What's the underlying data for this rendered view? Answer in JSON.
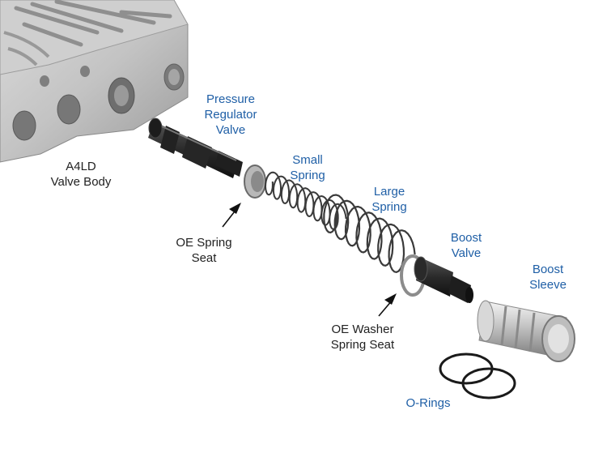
{
  "labels": {
    "pressure_regulator_valve": [
      "Pressure",
      "Regulator",
      "Valve"
    ],
    "a4ld_valve_body": [
      "A4LD",
      "Valve Body"
    ],
    "small_spring": [
      "Small",
      "Spring"
    ],
    "large_spring": [
      "Large",
      "Spring"
    ],
    "oe_spring_seat": [
      "OE Spring",
      "Seat"
    ],
    "boost_valve": [
      "Boost",
      "Valve"
    ],
    "boost_sleeve": [
      "Boost",
      "Sleeve"
    ],
    "oe_washer_spring_seat": [
      "OE Washer",
      "Spring Seat"
    ],
    "o_rings": [
      "O-Rings"
    ]
  },
  "colors": {
    "label_blue": "#1f5fa6",
    "label_black": "#222222",
    "casting": "#bfbfbf",
    "valve_dark": "#2b2b2b",
    "spring": "#3a3a3a"
  },
  "icons": [
    "valve-body-casting",
    "pressure-regulator-valve",
    "spring-seat",
    "small-spring",
    "large-spring",
    "washer",
    "boost-valve",
    "boost-sleeve",
    "o-ring",
    "arrow"
  ]
}
